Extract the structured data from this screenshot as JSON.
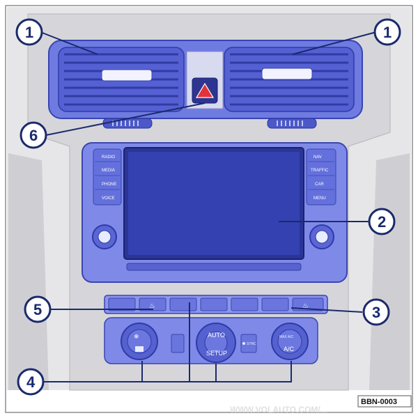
{
  "radio_unit": {
    "left_buttons": [
      "RADIO",
      "MEDIA",
      "PHONE",
      "VOICE"
    ],
    "right_buttons": [
      "NAV",
      "TRAFFIC",
      "CAR",
      "MENU"
    ]
  },
  "climate": {
    "center_knob_top": "AUTO",
    "center_knob_bottom": "SETUP",
    "sync_label": "SYNC",
    "right_knob_top": "MAX A/C",
    "right_knob_bottom": "A/C"
  },
  "callouts": {
    "c1a": "1",
    "c1b": "1",
    "c2": "2",
    "c3": "3",
    "c4": "4",
    "c5": "5",
    "c6": "6"
  },
  "figure_code": "BBN-0003",
  "watermark": "WWW.VOLAUTO.COM/..."
}
